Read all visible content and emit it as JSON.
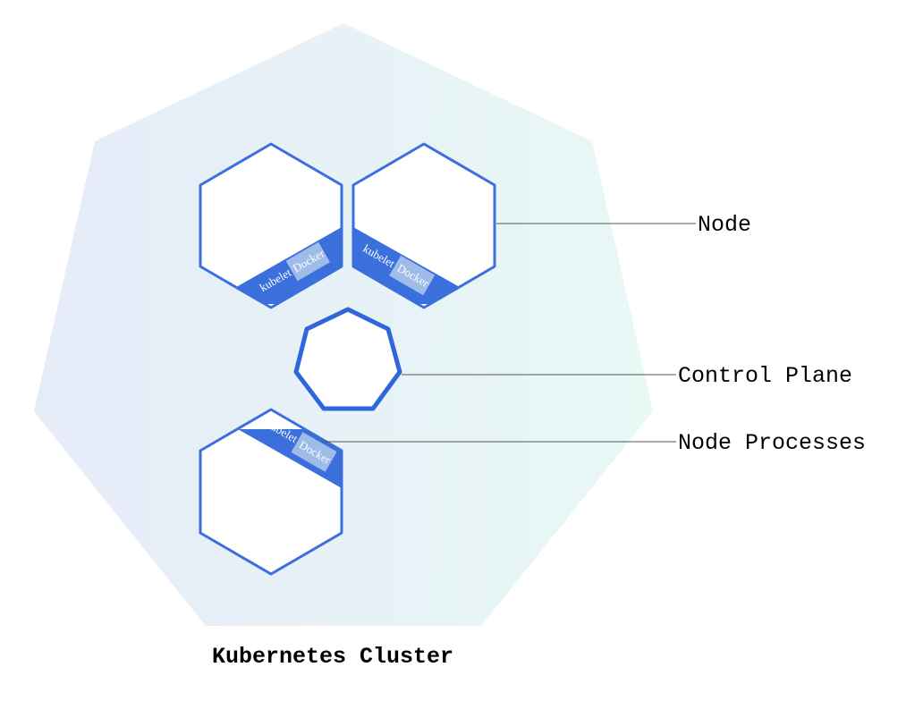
{
  "labels": {
    "node": "Node",
    "control_plane": "Control Plane",
    "node_processes": "Node Processes",
    "cluster": "Kubernetes Cluster"
  },
  "node_processes": {
    "kubelet": "kubelet",
    "docker": "Docker"
  },
  "colors": {
    "accent": "#3b6fdc",
    "accent_dark": "#2f5fcf",
    "docker_fill": "#9fbbe8",
    "cluster_gradient_start": "#e6ebf8",
    "cluster_gradient_end": "#e8f8f5",
    "connector": "#555555"
  }
}
